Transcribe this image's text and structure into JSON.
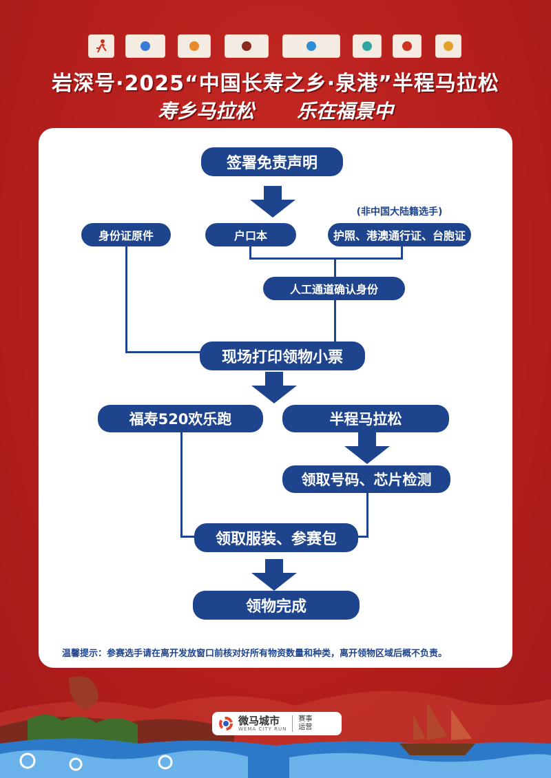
{
  "header": {
    "title": "岩深号·2025“中国长寿之乡·泉港”半程马拉松",
    "slogan_left": "寿乡马拉松",
    "slogan_right": "乐在福景中"
  },
  "flow": {
    "disclaimer": "签署免责声明",
    "foreign_note": "(非中国大陆籍选手)",
    "id_card": "身份证原件",
    "household": "户口本",
    "passport": "护照、港澳通行证、台胞证",
    "manual_check": "人工通道确认身份",
    "print_ticket": "现场打印领物小票",
    "fun_run": "福寿520欢乐跑",
    "half_marathon": "半程马拉松",
    "bib_chip": "领取号码、芯片检测",
    "kit": "领取服装、参赛包",
    "done": "领物完成"
  },
  "tip": "温馨提示：参赛选手请在离开发放窗口前核对好所有物资数量和种类，离开领物区域后概不负责。",
  "footer": {
    "brand_name": "微马城市",
    "brand_en": "WEMA CITY RUN",
    "brand_tag_1": "赛事",
    "brand_tag_2": "运营"
  },
  "colors": {
    "background": "#b8201f",
    "pill": "#1e448d",
    "card": "#ffffff"
  }
}
